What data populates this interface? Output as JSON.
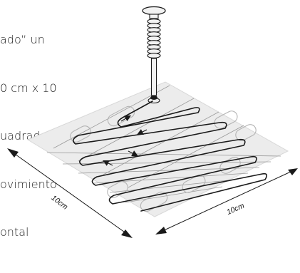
{
  "caption": {
    "lines": [
      "ado” un",
      "0 cm x 10",
      "uadrado",
      "ovimiento",
      "ontal"
    ]
  },
  "dimensions": {
    "left_label": "10cm",
    "right_label": "10cm"
  },
  "colors": {
    "square_fill": "#ececec",
    "stroke": "#1a1a1a",
    "grid_line": "#9a9a9a",
    "outline_loop": "#b4b4b4",
    "tool_body": "#f2f2f2"
  },
  "icons": {
    "tool": "smear-swab-tool-icon",
    "arrows": "movement-direction-arrow-icon"
  }
}
